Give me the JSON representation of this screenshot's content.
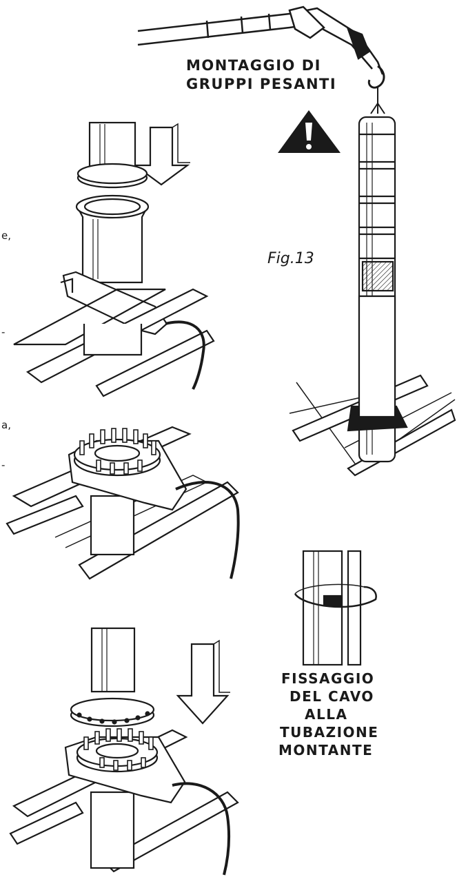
{
  "title_heavy": {
    "line1": "MONTAGGIO DI",
    "line2": "GRUPPI PESANTI"
  },
  "figure_label": "Fig.13",
  "fixing_label": {
    "line1": "FISSAGGIO",
    "line2": "DEL CAVO",
    "line3": "ALLA",
    "line4": "TUBAZIONE",
    "line5": "MONTANTE"
  },
  "left_margin_fragments": [
    "e,",
    "-",
    "a,",
    "-"
  ],
  "warning_icon": "exclamation-triangle-icon",
  "colors": {
    "ink": "#1a1a1a",
    "paper": "#ffffff"
  }
}
